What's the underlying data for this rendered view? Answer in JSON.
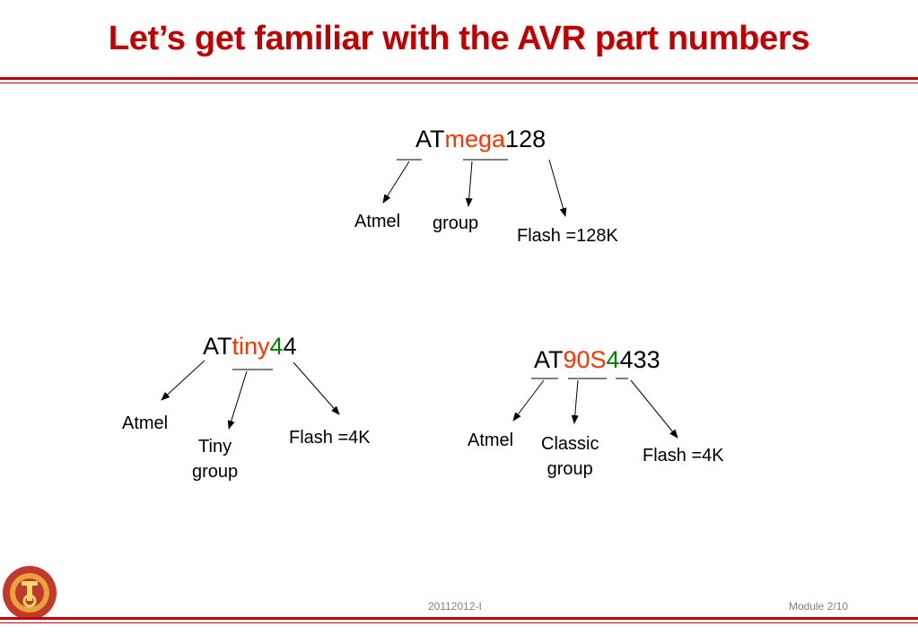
{
  "slide": {
    "title": "Let’s get familiar with the AVR part numbers",
    "footer_center": "20112012-I",
    "footer_right": "Module 2/10"
  },
  "colors": {
    "title": "#c00000",
    "group": "#ff3300",
    "flash_digit": "#008000",
    "rule": "#c00000"
  },
  "examples": {
    "mega": {
      "prefix": "AT",
      "group": "mega",
      "suffix": "128",
      "labels": {
        "maker": "Atmel",
        "group": "group",
        "flash": "Flash =128K"
      }
    },
    "tiny": {
      "prefix": "AT",
      "group": "tiny",
      "flash_digit": "4",
      "suffix": "4",
      "labels": {
        "maker": "Atmel",
        "group_line1": "Tiny",
        "group_line2": "group",
        "flash": "Flash =4K"
      }
    },
    "classic": {
      "prefix": "AT",
      "group": "90S",
      "flash_digit": "4",
      "suffix": "433",
      "labels": {
        "maker": "Atmel",
        "group_line1": "Classic",
        "group_line2": "group",
        "flash": "Flash =4K"
      }
    }
  }
}
